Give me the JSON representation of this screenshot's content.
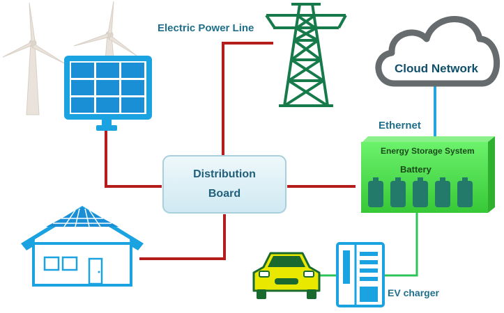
{
  "labels": {
    "power_line": "Electric Power Line",
    "cloud": "Cloud Network",
    "ethernet": "Ethernet",
    "ess": "Energy Storage System",
    "battery": "Battery",
    "board_line1": "Distribution",
    "board_line2": "Board",
    "ev_charger": "EV charger"
  },
  "colors": {
    "power_line": "#b51c1c",
    "ethernet_line": "#29a3df",
    "charger_line": "#2ec45a",
    "accent_blue": "#1aa3e0",
    "tower_green": "#167a4a",
    "ess_green": "#4ee24e",
    "car_yellow": "#e8e800",
    "cloud_gray": "#666b6e"
  },
  "icons": [
    "wind-turbine-icon",
    "solar-panel-icon",
    "transmission-tower-icon",
    "cloud-icon",
    "house-icon",
    "car-icon",
    "ev-charger-icon",
    "battery-cell-icon"
  ]
}
